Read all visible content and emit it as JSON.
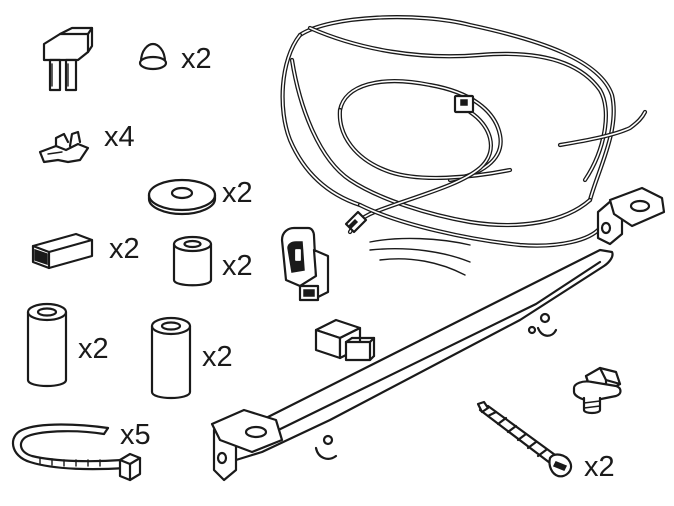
{
  "parts": [
    {
      "name": "fuse",
      "icon": "fuse-icon",
      "quantity": ""
    },
    {
      "name": "cap",
      "icon": "cap-icon",
      "quantity": "x2"
    },
    {
      "name": "terminal",
      "icon": "terminal-icon",
      "quantity": "x4"
    },
    {
      "name": "washer",
      "icon": "washer-icon",
      "quantity": "x2"
    },
    {
      "name": "connector",
      "icon": "connector-icon",
      "quantity": "x2"
    },
    {
      "name": "short-spacer",
      "icon": "spacer-icon",
      "quantity": "x2"
    },
    {
      "name": "long-spacer-left",
      "icon": "spacer-icon",
      "quantity": "x2"
    },
    {
      "name": "long-spacer-right",
      "icon": "spacer-icon",
      "quantity": "x2"
    },
    {
      "name": "cable-tie",
      "icon": "cable-tie-icon",
      "quantity": "x5"
    },
    {
      "name": "bolt",
      "icon": "screw-icon",
      "quantity": "x2"
    }
  ]
}
